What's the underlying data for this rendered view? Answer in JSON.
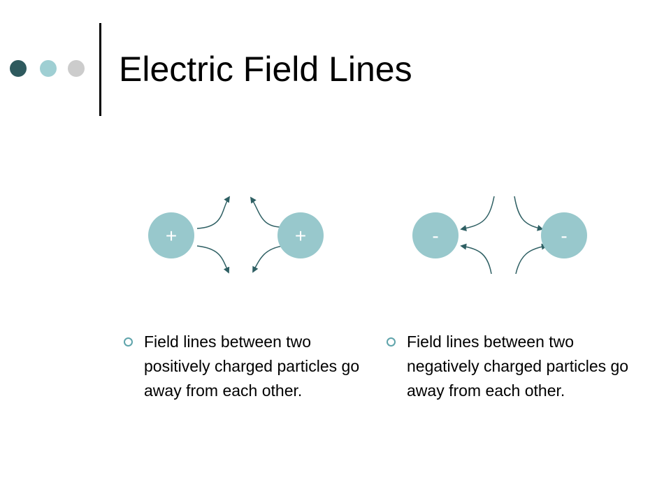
{
  "slide": {
    "title": "Electric Field Lines",
    "decor_dot_colors": [
      "#2e5a5e",
      "#9fcfd3",
      "#cccccc"
    ]
  },
  "diagram": {
    "charge_fill": "#98c8cc",
    "arrow_color": "#2e5f63",
    "left_pair": {
      "charges": [
        "+",
        "+"
      ]
    },
    "right_pair": {
      "charges": [
        "-",
        "-"
      ]
    }
  },
  "bullets": [
    {
      "text": "Field lines between two positively charged particles go away from each other."
    },
    {
      "text": "Field lines between two negatively charged particles go away from each other."
    }
  ]
}
